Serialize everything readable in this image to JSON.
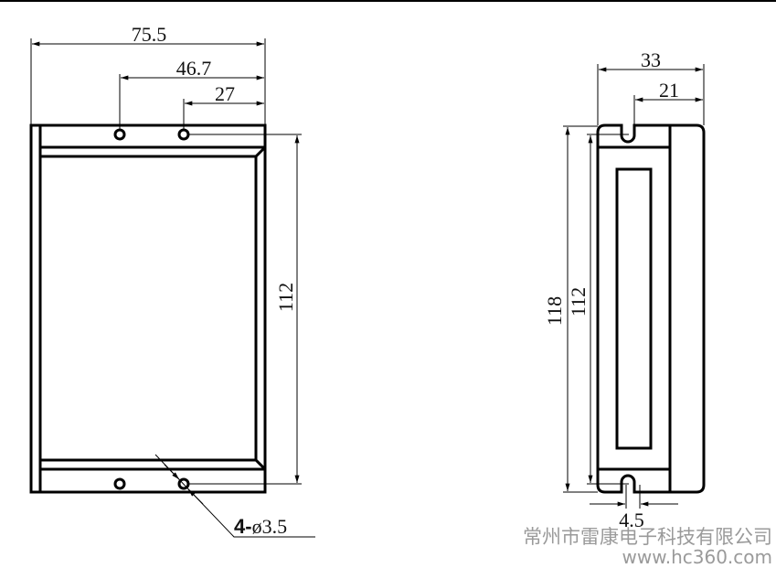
{
  "front_view": {
    "dim_overall_width": "75.5",
    "dim_hole_left": "46.7",
    "dim_hole_right": "27",
    "dim_hole_spacing": "112",
    "hole_callout_count": "4-",
    "hole_callout_size": "ø3.5"
  },
  "side_view": {
    "dim_depth": "33",
    "dim_slot_offset": "21",
    "dim_overall_height": "118",
    "dim_slot_spacing": "112",
    "dim_slot_width": "4.5"
  },
  "watermark": {
    "company": "常州市雷康电子科技有限公司",
    "url": "www.hc360.com"
  }
}
